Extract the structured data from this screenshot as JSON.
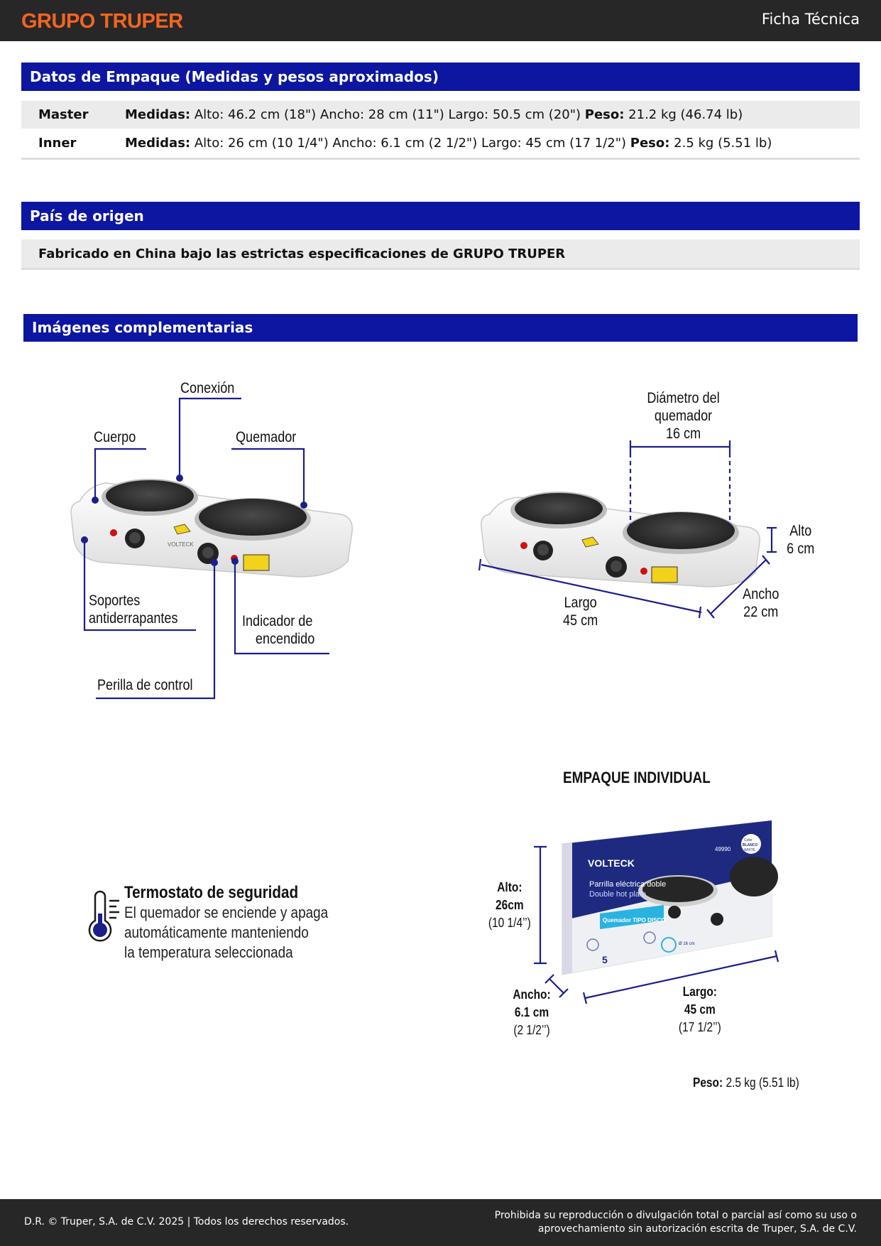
{
  "header": {
    "brand": "GRUPO TRUPER",
    "title": "Ficha Técnica"
  },
  "packaging": {
    "heading": "Datos de Empaque (Medidas y pesos aproximados)",
    "rows": [
      {
        "label": "Master",
        "medidas_label": "Medidas:",
        "medidas": " Alto: 46.2 cm (18\") Ancho: 28 cm (11\") Largo: 50.5 cm (20\") ",
        "peso_label": "Peso:",
        "peso": " 21.2 kg (46.74 lb)"
      },
      {
        "label": "Inner",
        "medidas_label": "Medidas:",
        "medidas": " Alto: 26 cm (10 1/4\") Ancho: 6.1 cm (2 1/2\") Largo: 45 cm (17 1/2\") ",
        "peso_label": "Peso:",
        "peso": " 2.5 kg (5.51 lb)"
      }
    ]
  },
  "origin": {
    "heading": "País de origen",
    "text": "Fabricado en China bajo las estrictas especificaciones de GRUPO TRUPER"
  },
  "images": {
    "heading": "Imágenes complementarias",
    "parts": {
      "conexion": "Conexión",
      "cuerpo": "Cuerpo",
      "quemador": "Quemador",
      "soportes_1": "Soportes",
      "soportes_2": "antiderrapantes",
      "indicador_1": "Indicador de",
      "indicador_2": "encendido",
      "perilla": "Perilla de control",
      "knob_brand": "VOLTECK"
    },
    "dims": {
      "diametro_1": "Diámetro del",
      "diametro_2": "quemador",
      "diametro_3": "16 cm",
      "alto_1": "Alto",
      "alto_2": "6 cm",
      "largo_1": "Largo",
      "largo_2": "45 cm",
      "ancho_1": "Ancho",
      "ancho_2": "22 cm"
    },
    "thermo": {
      "title": "Termostato de seguridad",
      "line1": "El quemador se enciende y apaga",
      "line2": "automáticamente manteniendo",
      "line3": "la temperatura seleccionada"
    },
    "package": {
      "title": "EMPAQUE INDIVIDUAL",
      "alto_1": "Alto:",
      "alto_2": "26cm",
      "alto_3": "(10 1/4’’)",
      "ancho_1": "Ancho:",
      "ancho_2": "6.1 cm",
      "ancho_3": "(2 1/2’’)",
      "largo_1": "Largo:",
      "largo_2": "45 cm",
      "largo_3": "(17 1/2’’)",
      "peso_label": "Peso:",
      "peso": " 2.5 kg (5.51 lb)",
      "box_brand": "VOLTECK",
      "box_title_es": "Parrilla eléctrica doble",
      "box_title_en": "Double hot plate",
      "box_badge": "Quemador TIPO DISCO",
      "box_code": "49990",
      "box_color_1": "Color",
      "box_color_2": "BLANCO",
      "box_color_3": "WHITE",
      "box_feature_num": "5",
      "box_feature_size": "Ø 16 cm"
    }
  },
  "footer": {
    "left": "D.R. © Truper, S.A. de C.V. 2025 | Todos los derechos reservados.",
    "right1": "Prohibida su reproducción o divulgación total o parcial así como su uso o",
    "right2": "aprovechamiento sin autorización escrita de Truper, S.A. de C.V."
  },
  "colors": {
    "brand_orange": "#f26522",
    "section_blue": "#0c16a0",
    "line_blue": "#1b1f8a",
    "dark_bar": "#272727"
  }
}
